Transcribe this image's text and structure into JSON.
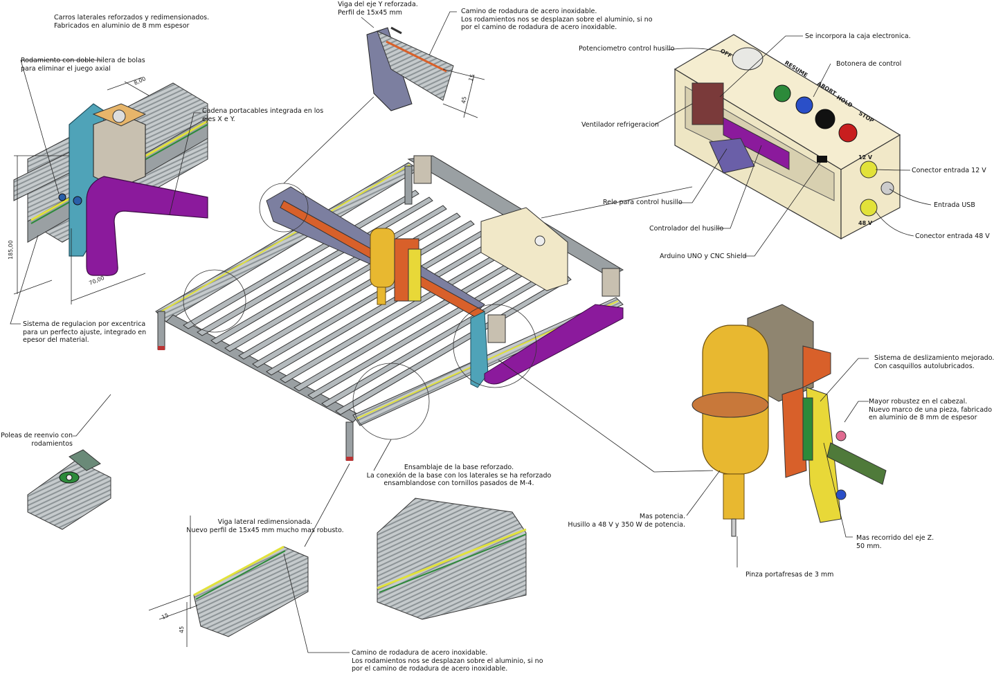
{
  "notes": {
    "carros": [
      "Carros laterales reforzados y redimensionados.",
      "Fabricados en aluminio de 8 mm espesor"
    ],
    "rodamiento": [
      "Rodamiento con doble hilera de bolas",
      "para eliminar el juego axial"
    ],
    "viga_y": [
      "Viga del eje Y reforzada.",
      "Perfil de 15x45 mm"
    ],
    "camino_top": [
      "Camino de rodadura de acero inoxidable.",
      "Los rodamientos nos se desplazan sobre el aluminio, si no",
      "por el camino de rodadura de acero inoxidable."
    ],
    "cadena": [
      "Cadena portacables integrada en los",
      "ejes X e Y."
    ],
    "excentrica": [
      "Sistema de regulacion por excentrica",
      "para un perfecto ajuste, integrado en",
      "epesor del material."
    ],
    "poleas": [
      "Poleas de reenvio con",
      "rodamientos"
    ],
    "base": [
      "Ensamblaje de la base reforzado.",
      "La conexión de la base con los laterales se ha reforzado",
      "ensamblandose con tornillos pasados de M-4."
    ],
    "viga_lateral": [
      "Viga lateral redimensionada.",
      "Nuevo perfil de 15x45 mm mucho mas robusto."
    ],
    "camino_bottom": [
      "Camino de rodadura de acero inoxidable.",
      "Los rodamientos nos se desplazan sobre el aluminio, si no",
      "por el camino de rodadura de acero inoxidable."
    ],
    "caja": [
      "Se incorpora la caja electronica."
    ],
    "potenciometro": [
      "Potenciometro control husillo"
    ],
    "botonera": [
      "Botonera de control"
    ],
    "ventilador": [
      "Ventilador refrigeracion"
    ],
    "rele": [
      "Rele para control husillo"
    ],
    "controlador": [
      "Controlador del husillo"
    ],
    "arduino": [
      "Arduino UNO y CNC Shield"
    ],
    "conector12": [
      "Conector entrada 12 V"
    ],
    "usb": [
      "Entrada USB"
    ],
    "conector48": [
      "Conector entrada 48 V"
    ],
    "deslizamiento": [
      "Sistema de deslizamiento mejorado.",
      "Con casquillos autolubricados."
    ],
    "robustez": [
      "Mayor robustez en el cabezal.",
      "Nuevo marco de una pieza, fabricado",
      "en aluminio de 8 mm de espesor"
    ],
    "potencia": [
      "Mas potencia.",
      "Husillo a 48 V y 350 W de potencia."
    ],
    "recorrido": [
      "Mas recorrido del eje Z.",
      "50 mm."
    ],
    "pinza": [
      "Pinza portafresas de 3 mm"
    ]
  },
  "dimensions": {
    "d8": "8,00",
    "d185": "185,00",
    "d70": "70,00",
    "d15_top": "15",
    "d45_top": "45",
    "d15_bottom": "15",
    "d45_bottom": "45"
  },
  "box_labels": {
    "off": "OFF",
    "resume": "RESUME",
    "abort": "ABORT",
    "hold": "HOLD",
    "stop": "STOP",
    "v12": "12 V",
    "v48": "48 V"
  },
  "colors": {
    "aluminum": "#bfc4c6",
    "frame_blue": "#4fa3b8",
    "chain": "#8b1a9c",
    "spindle": "#e8b830",
    "plate_orange": "#d8602a",
    "box": "#f1e8c8",
    "rail_yellow": "#e2e23a",
    "rail_green": "#2c8a3a"
  }
}
